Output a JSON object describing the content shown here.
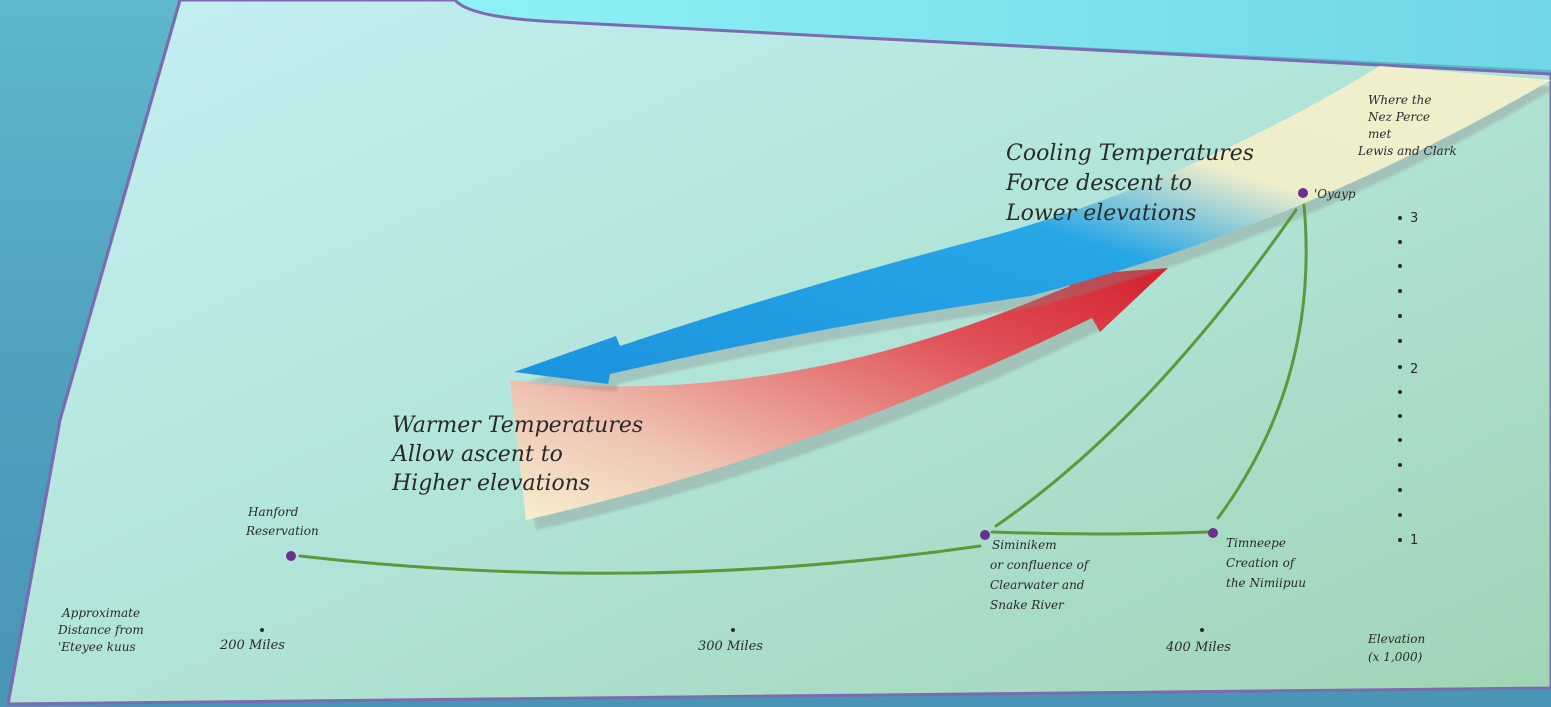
{
  "annotations": {
    "cooling": [
      "Cooling Temperatures",
      "Force descent to",
      "Lower elevations"
    ],
    "warming": [
      "Warmer Temperatures",
      "Allow ascent to",
      "Higher elevations"
    ],
    "nez_perce": [
      "Where the",
      "Nez Perce",
      "met",
      "Lewis and Clark"
    ]
  },
  "places": {
    "hanford": [
      "Hanford",
      "Reservation"
    ],
    "siminikem": [
      "Siminikem",
      "or confluence of",
      "Clearwater and",
      "Snake River"
    ],
    "timneepe": [
      "Timneepe",
      "Creation of",
      "the Nimiipuu"
    ],
    "oyayp": "'Oyayp"
  },
  "distance_axis": {
    "title": [
      "Approximate",
      "Distance from",
      "'Eteyee kuus"
    ],
    "ticks": [
      "200 Miles",
      "300 Miles",
      "400 Miles"
    ]
  },
  "elevation_axis": {
    "title": [
      "Elevation",
      "(x 1,000)"
    ],
    "ticks": [
      "3",
      "2",
      "1"
    ]
  },
  "colors": {
    "route": "#5a9a3a",
    "point": "#6a2f8f",
    "cool_arrow": "#1c9be0",
    "warm_arrow": "#d4202e"
  }
}
